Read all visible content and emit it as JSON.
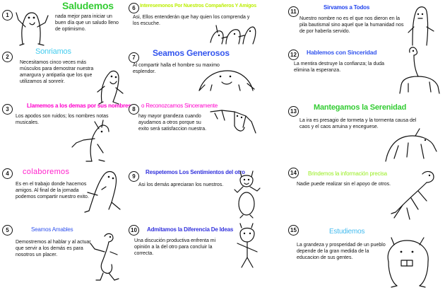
{
  "cells": [
    {
      "num": "1",
      "title": "Saludemos",
      "title_color": "#33cc33",
      "text": "nada mejor para iniciar un buen día que un saludo lleno de optimismo.",
      "icon": "waving-creature-icon"
    },
    {
      "num": "2",
      "title": "Sonriamos",
      "title_color": "#44ccee",
      "text": "Necesitamos cinco veces más músculos para demostrar nuestra amargura y antipatía que los que utilizamos al sonreír.",
      "icon": "smiling-creature-icon"
    },
    {
      "num": "3",
      "title": "Llamemos a los demas por sus nombres",
      "title_color": "#ff00cc",
      "text": "Los apodos son ruidos; los nombres notas musicales.",
      "icon": "pointing-creature-icon"
    },
    {
      "num": "4",
      "title": "colaboremos",
      "title_color": "#ff22cc",
      "text": "Es en el trabajo donde hacemos amigos. Al final de la jornada podemos compartir nuestro exito.",
      "icon": "leaning-creature-icon"
    },
    {
      "num": "5",
      "title": "Seamos Amables",
      "title_color": "#3355ee",
      "text": "Demostremos al hablar y al actuar que servir a los demás es para nosotros un placer.",
      "icon": "kind-creature-icon"
    },
    {
      "num": "6",
      "title": "Interesemonos Por Nuestros Compañeros Y Amigos",
      "title_color": "#bbee00",
      "text": "Asi, Ellos entenderán que hay quien los comprenda y los escuche.",
      "icon": "friends-creatures-icon"
    },
    {
      "num": "7",
      "title": "Seamos Generosos",
      "title_color": "#3355ee",
      "text": "Al compartir halla el hombre su maximo esplendor.",
      "icon": "generous-creature-icon"
    },
    {
      "num": "8",
      "title": "o Reconozcamos Sinceramente",
      "title_color": "#ff00cc",
      "text": "hay mayor grandeza cuando ayudamos a otros porque su exito será satisfaccion nuestra.",
      "icon": "hugging-creatures-icon"
    },
    {
      "num": "9",
      "title": "Respetemos Los Sentimientos del otro",
      "title_color": "#3333dd",
      "text": "Asi los demás apreciaran los nuestros.",
      "icon": "standing-creature-icon"
    },
    {
      "num": "10",
      "title": "Admitamos la Diferencia De Ideas",
      "title_color": "#3333dd",
      "text": "Una discución productiva enfrenta mi opinión a la del otro para concluir la correcta.",
      "icon": "thinking-creature-icon"
    },
    {
      "num": "11",
      "title": "Sirvamos a Todos",
      "title_color": "#2244ee",
      "text": "Nuestro nombre no es el que nos dieron en la pila bautismal sino aquel que la humanidad nos de por haberla servido.",
      "icon": "tall-creature-icon"
    },
    {
      "num": "12",
      "title": "Hablemos con Sinceridad",
      "title_color": "#3355ee",
      "text": "La mentira destruye la confianza; la duda elimina la esperanza.",
      "icon": "long-neck-creature-icon"
    },
    {
      "num": "13",
      "title": "Mantegamos la Serenidad",
      "title_color": "#33cc33",
      "text": "La ira es presagio de tormeta y la tormenta causa del caos y el caos arruina y enceguese.",
      "icon": "calm-creature-icon"
    },
    {
      "num": "14",
      "title": "Brindemos la información precisa",
      "title_color": "#99ee22",
      "text": "Nadie puede realizar sin el apoyo de otros.",
      "icon": "crawling-creature-icon"
    },
    {
      "num": "15",
      "title": "Estudiemos",
      "title_color": "#44bbee",
      "text": "La grandeza y prosperidad de un pueblo depende de la gran medida de la educacion de sus gentes.",
      "icon": "studying-creature-icon"
    }
  ]
}
